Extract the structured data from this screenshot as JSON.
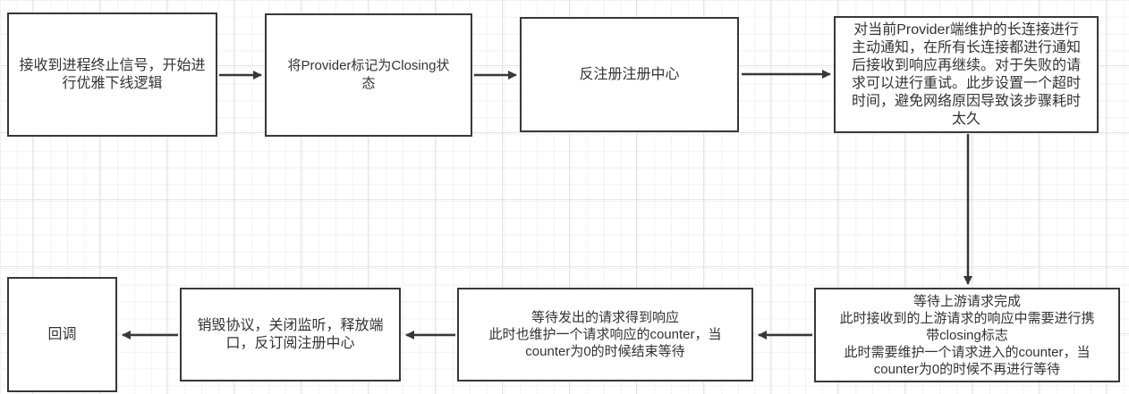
{
  "theme": {
    "background": "#ffffff",
    "grid_minor": "#f2f2f2",
    "grid_major": "#e4e4e4",
    "node_fill": "#ffffff",
    "node_border": "#383838",
    "arrow": "#383838",
    "text": "#333333"
  },
  "diagram": {
    "type": "flowchart",
    "nodes": {
      "receive_signal": {
        "label": "接收到进程终止信号，开始进\n行优雅下线逻辑"
      },
      "mark_closing": {
        "label": "将Provider标记为Closing状\n态"
      },
      "deregister": {
        "label": "反注册注册中心"
      },
      "notify_connections": {
        "label": "对当前Provider端维护的长连接进行\n主动通知，在所有长连接都进行通知\n后接收到响应再继续。对于失败的请\n求可以进行重试。此步设置一个超时\n时间，避免网络原因导致该步骤耗时\n太久"
      },
      "wait_upstream": {
        "label": "等待上游请求完成\n此时接收到的上游请求的响应中需要进行携\n带closing标志\n此时需要维护一个请求进入的counter，当\ncounter为0的时候不再进行等待"
      },
      "wait_responses": {
        "label": "等待发出的请求得到响应\n此时也维护一个请求响应的counter，当\ncounter为0的时候结束等待"
      },
      "destroy_protocol": {
        "label": "销毁协议，关闭监听，释放端\n口，反订阅注册中心"
      },
      "callback": {
        "label": "回调"
      }
    },
    "edges": [
      {
        "from": "receive_signal",
        "to": "mark_closing",
        "direction": "right"
      },
      {
        "from": "mark_closing",
        "to": "deregister",
        "direction": "right"
      },
      {
        "from": "deregister",
        "to": "notify_connections",
        "direction": "right"
      },
      {
        "from": "notify_connections",
        "to": "wait_upstream",
        "direction": "down"
      },
      {
        "from": "wait_upstream",
        "to": "wait_responses",
        "direction": "left"
      },
      {
        "from": "wait_responses",
        "to": "destroy_protocol",
        "direction": "left"
      },
      {
        "from": "destroy_protocol",
        "to": "callback",
        "direction": "left"
      }
    ]
  }
}
